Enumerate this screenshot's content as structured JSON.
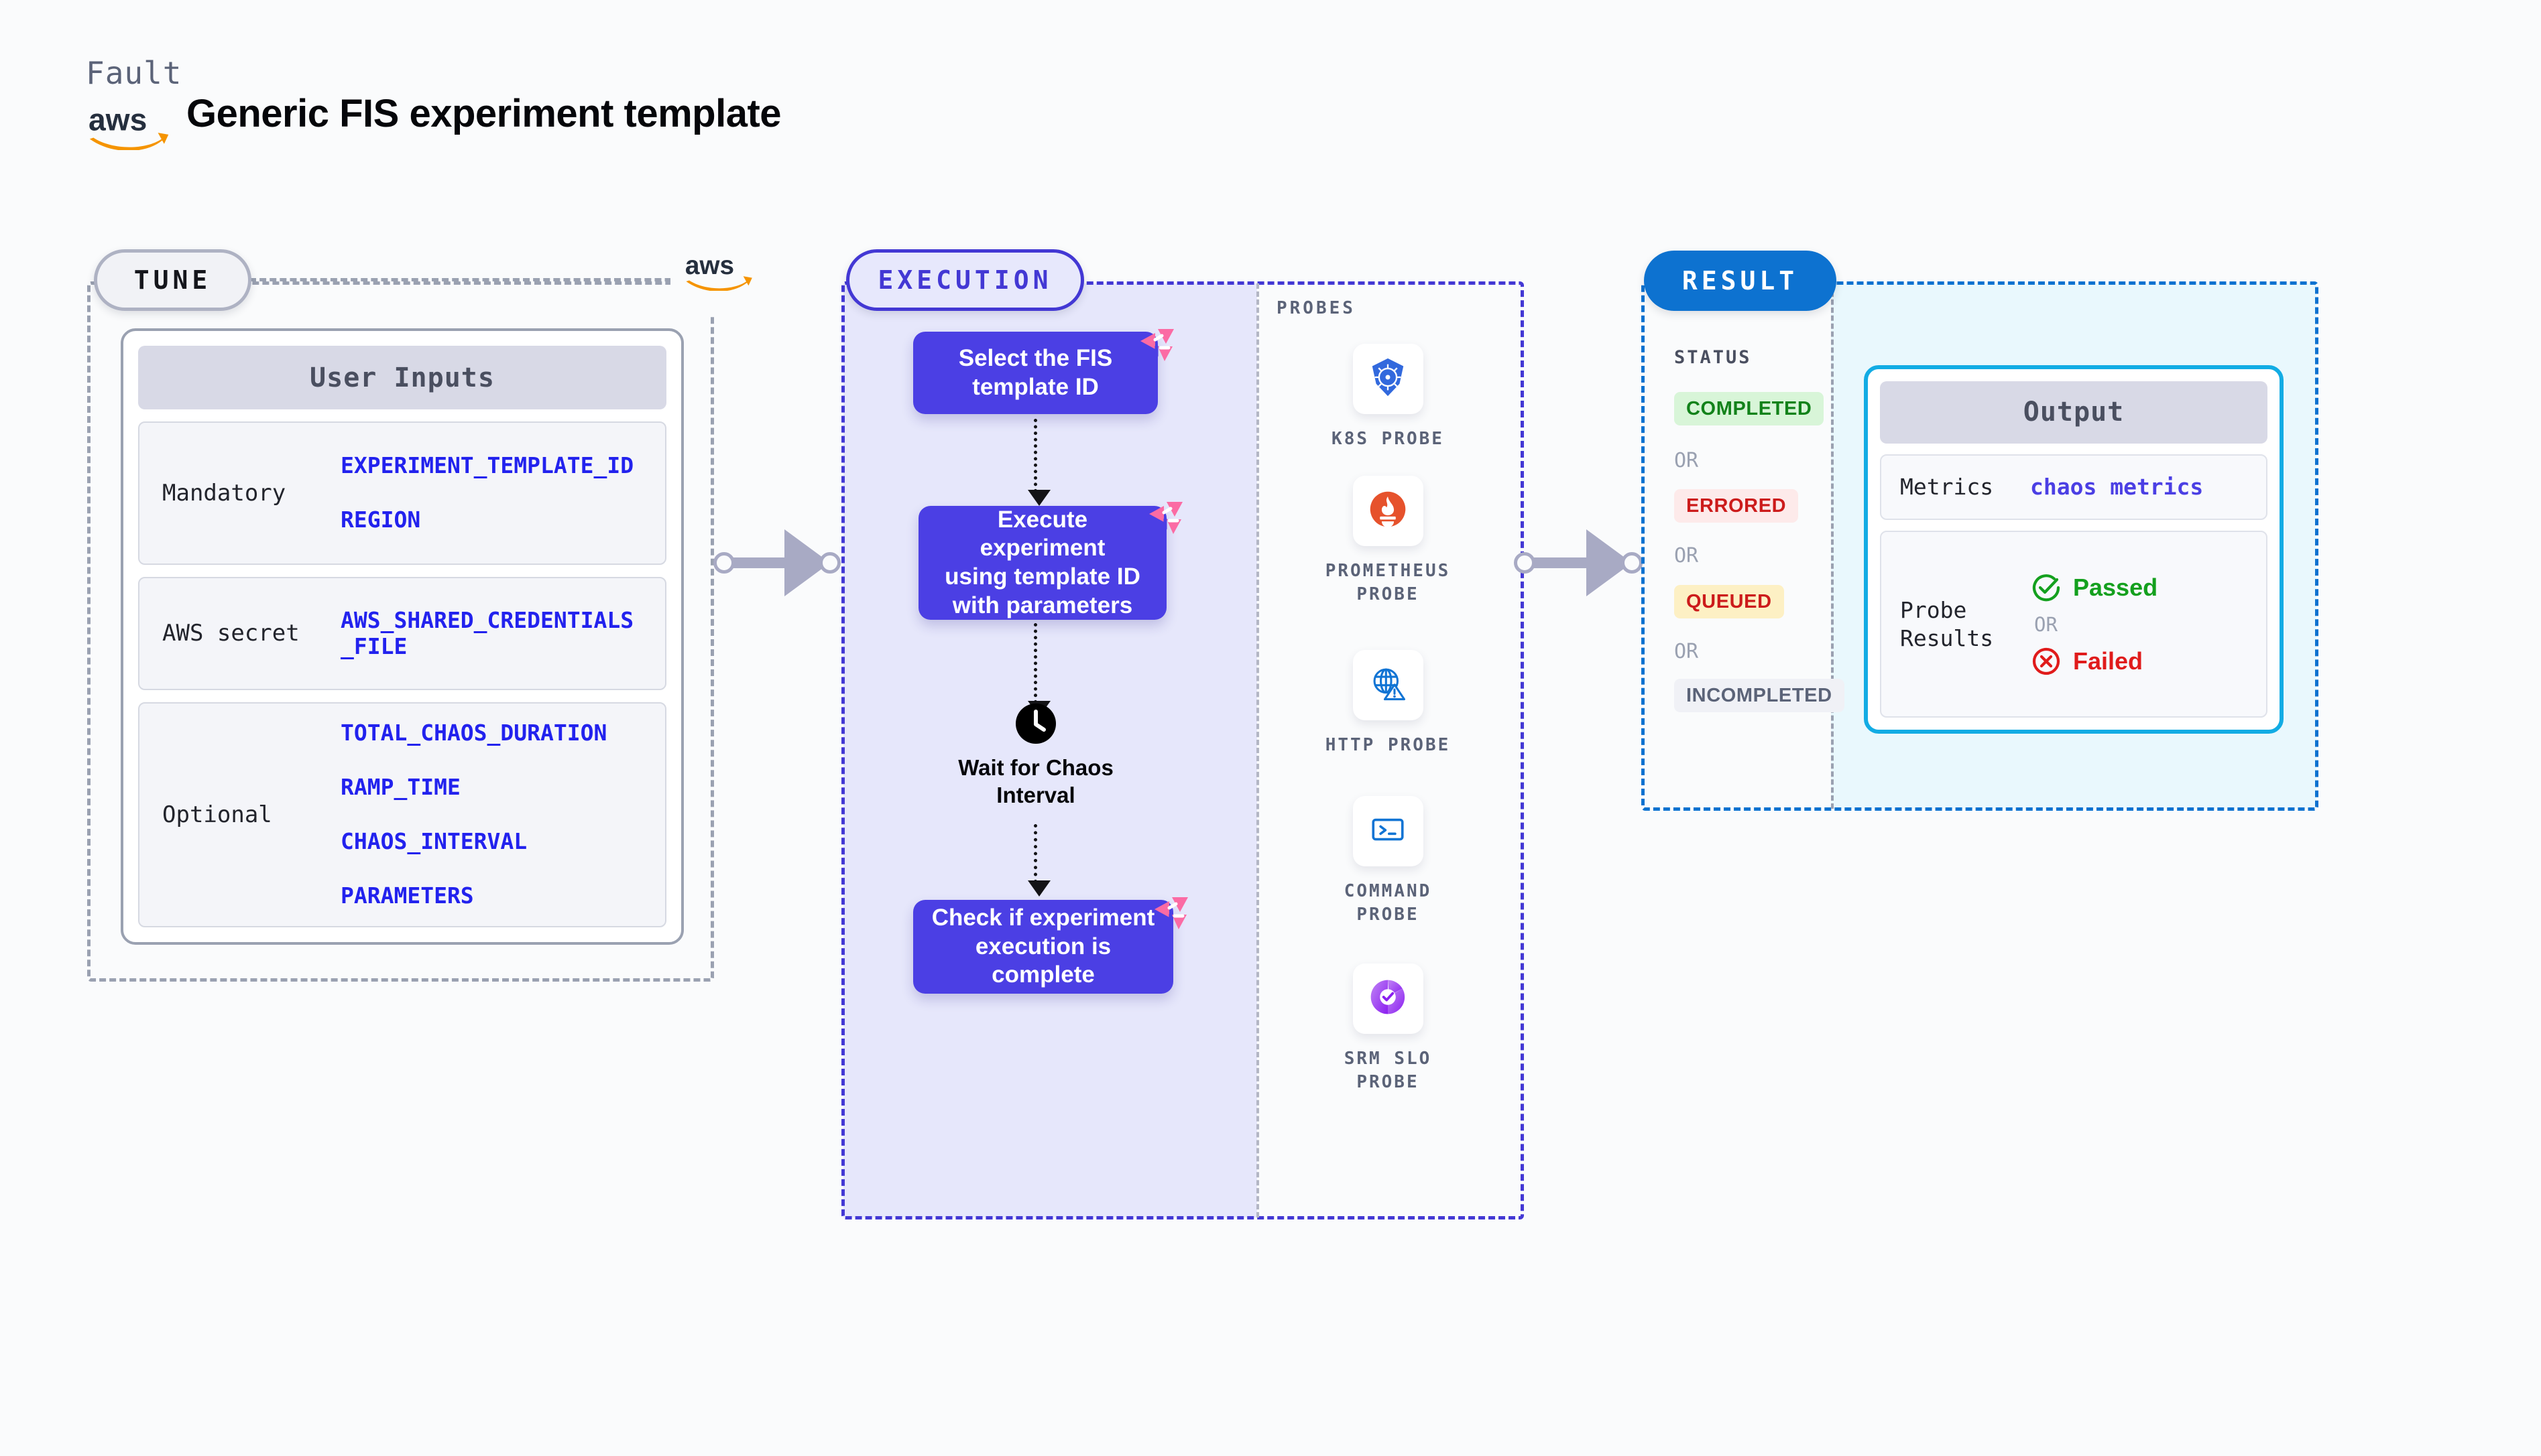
{
  "header": {
    "eyebrow": "Fault",
    "title": "Generic FIS experiment template",
    "logo_icon": "aws-logo"
  },
  "tune": {
    "pill_label": "TUNE",
    "aws_icon": "aws-logo",
    "card_title": "User Inputs",
    "rows": [
      {
        "label": "Mandatory",
        "values": [
          "EXPERIMENT_TEMPLATE_ID",
          "REGION"
        ]
      },
      {
        "label": "AWS secret",
        "values": [
          "AWS_SHARED_CREDENTIALS\n_FILE"
        ]
      },
      {
        "label": "Optional",
        "values": [
          "TOTAL_CHAOS_DURATION",
          "RAMP_TIME",
          "CHAOS_INTERVAL",
          "PARAMETERS"
        ]
      }
    ]
  },
  "execution": {
    "pill_label": "EXECUTION",
    "nodes": [
      {
        "text": "Select the FIS\ntemplate ID",
        "badge_icon": "harness-badge-icon"
      },
      {
        "text": "Execute experiment\nusing template ID\nwith parameters",
        "badge_icon": "harness-badge-icon"
      },
      {
        "text": "Check if experiment\nexecution is complete",
        "badge_icon": "harness-badge-icon"
      }
    ],
    "wait": {
      "icon": "clock-icon",
      "label": "Wait for Chaos\nInterval"
    },
    "probes_title": "PROBES",
    "probes": [
      {
        "label": "K8S PROBE",
        "icon": "kubernetes-icon"
      },
      {
        "label": "PROMETHEUS\nPROBE",
        "icon": "prometheus-icon"
      },
      {
        "label": "HTTP PROBE",
        "icon": "http-globe-alert-icon"
      },
      {
        "label": "COMMAND\nPROBE",
        "icon": "terminal-icon"
      },
      {
        "label": "SRM SLO\nPROBE",
        "icon": "srm-slo-icon"
      }
    ]
  },
  "result": {
    "pill_label": "RESULT",
    "status_title": "STATUS",
    "or_label": "OR",
    "statuses": [
      {
        "label": "COMPLETED",
        "color": "#12821a",
        "bg": "#d8f5d8"
      },
      {
        "label": "ERRORED",
        "color": "#cc1b1b",
        "bg": "#fdeaea"
      },
      {
        "label": "QUEUED",
        "color": "#cc1b1b",
        "bg": "#fdf0c4"
      },
      {
        "label": "INCOMPLETED",
        "color": "#5b6378",
        "bg": "#f0f1f6"
      }
    ],
    "output": {
      "title": "Output",
      "metrics_key": "Metrics",
      "metrics_value": "chaos metrics",
      "probe_key": "Probe\nResults",
      "passed_label": "Passed",
      "passed_icon": "check-circle-icon",
      "or_label": "OR",
      "failed_label": "Failed",
      "failed_icon": "x-circle-icon"
    }
  },
  "colors": {
    "accent_purple": "#4b3fe4",
    "accent_blue": "#0d72d0",
    "accent_cyan": "#12ace4",
    "badge_pink": "#fb6ba4",
    "aws_orange": "#f59400",
    "mono_blue": "#2222ee"
  }
}
